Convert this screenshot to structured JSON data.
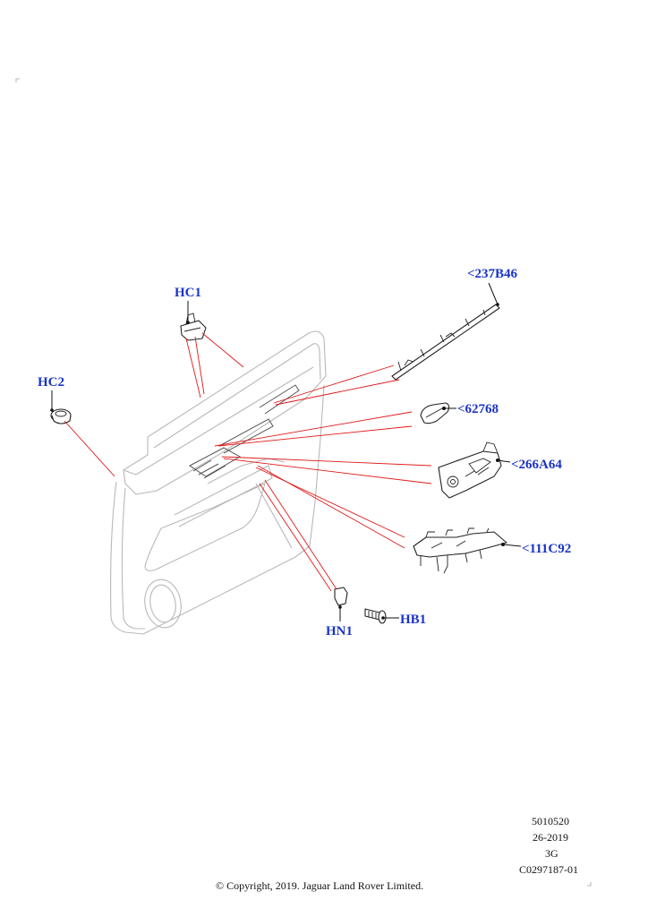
{
  "callouts": {
    "hc1": "HC1",
    "hc2": "HC2",
    "p237b46": "<237B46",
    "p62768": "<62768",
    "p266a64": "<266A64",
    "p111c92": "<111C92",
    "hn1": "HN1",
    "hb1": "HB1"
  },
  "meta": {
    "line1": "5010520",
    "line2": "26-2019",
    "line3": "3G",
    "line4": "C0297187-01"
  },
  "copyright": "© Copyright, 2019. Jaguar Land Rover Limited.",
  "colors": {
    "callout_text": "#1a33c8",
    "leader_lines": "#e01818"
  }
}
